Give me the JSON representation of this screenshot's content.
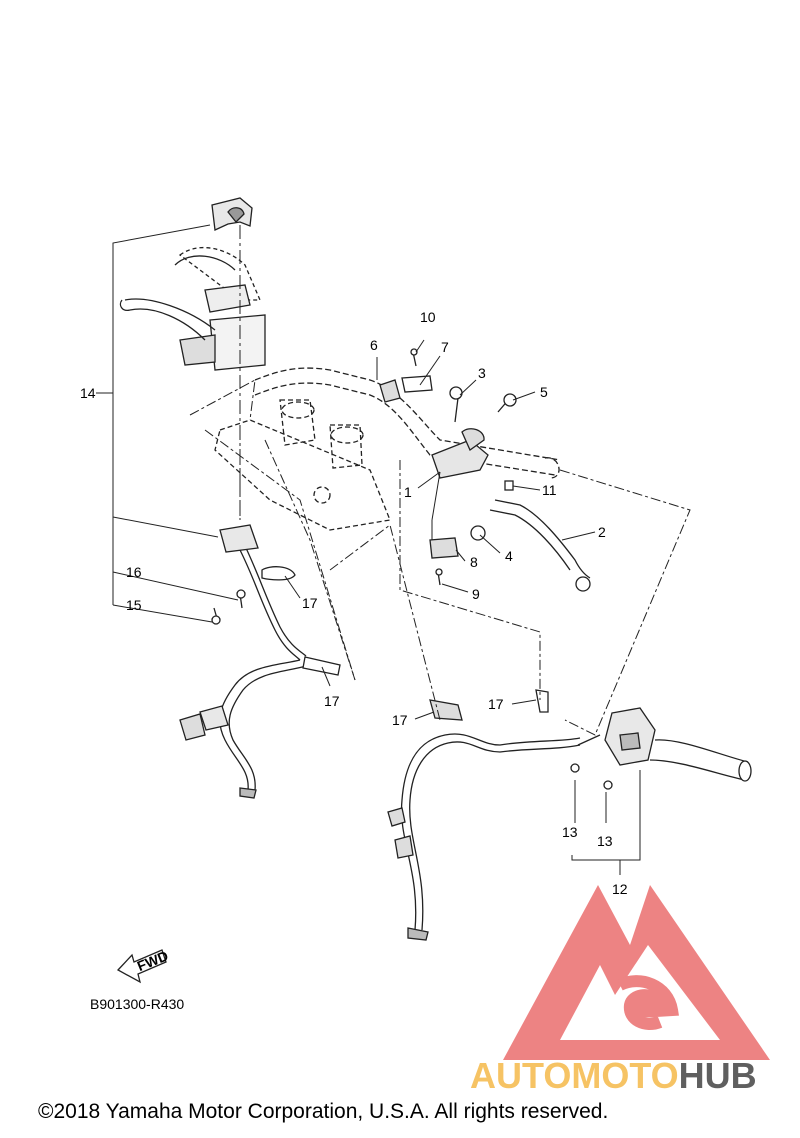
{
  "diagram": {
    "callouts": [
      "1",
      "2",
      "3",
      "4",
      "5",
      "6",
      "7",
      "8",
      "9",
      "10",
      "11",
      "12",
      "13",
      "13",
      "14",
      "15",
      "16",
      "17",
      "17",
      "17",
      "17"
    ],
    "fwd_label": "FWD",
    "doc_code": "B901300-R430"
  },
  "watermark": {
    "part1": "AUTOMOTO",
    "part2": "HUB",
    "color_red": "#e85a5a",
    "color_orange": "#f5b94a",
    "color_gray": "#444444"
  },
  "footer": {
    "copyright": "©2018 Yamaha Motor Corporation, U.S.A. All rights reserved."
  }
}
